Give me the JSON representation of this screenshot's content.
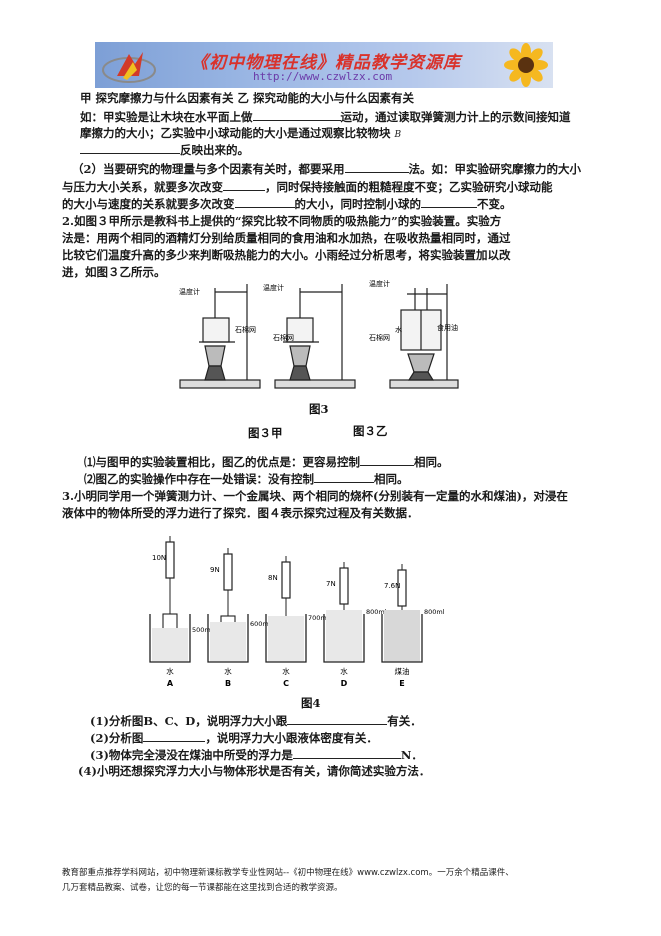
{
  "banner": {
    "title": "《初中物理在线》精品教学资源库",
    "url": "http://www.czwlzx.com"
  },
  "lines": {
    "l1": "甲   探究摩擦力与什么因素有关      乙   探究动能的大小与什么因素有关",
    "l2a": "如：甲实验是让木块在水平面上做",
    "l2b": "运动，通过读取弹簧测力计上的示数间接知道",
    "l3": "摩擦力的大小；乙实验中小球动能的大小是通过观察比较物块",
    "l3b": "B",
    "l4": "反映出来的。",
    "l5a": "（2）当要研究的物理量与多个因素有关时，都要采用",
    "l5b": "法。如：甲实验研究摩擦力的大小",
    "l6a": "与压力大小关系，就要多次改变",
    "l6b": "，同时保持接触面的粗糙程度不变；乙实验研究小球动能",
    "l7a": "的大小与速度的关系就要多次改变",
    "l7b": "的大小，同时控制小球的",
    "l7c": "不变。",
    "q2a": "2.如图３甲所示是教科书上提供的“探究比较不同物质的吸热能力”的实验装置。实验方",
    "q2b": "法是：用两个相同的酒精灯分别给质量相同的食用油和水加热，在吸收热量相同时，通过",
    "q2c": "比较它们温度升高的多少来判断吸热能力的大小。小雨经过分析思考，将实验装置加以改",
    "q2d": "进，如图３乙所示。",
    "q2s1a": "⑴与图甲的实验装置相比，图乙的优点是：更容易控制",
    "q2s1b": "相同。",
    "q2s2a": "⑵图乙的实验操作中存在一处错误：没有控制",
    "q2s2b": "相同。",
    "q3a": "3.小明同学用一个弹簧测力计、一个金属块、两个相同的烧杯(分别装有一定量的水和煤油)，对浸在",
    "q3b": "液体中的物体所受的浮力进行了探究．图４表示探究过程及有关数据．",
    "q3s1a": "(1)分析图B、C、D，说明浮力大小跟",
    "q3s1b": "有关．",
    "q3s2a": "(2)分析图",
    "q3s2b": "，说明浮力大小跟液体密度有关．",
    "q3s3a": "(3)物体完全浸没在煤油中所受的浮力是",
    "q3s3b": "N．",
    "q3s4": "(4)小明还想探究浮力大小与物体形状是否有关，请你简述实验方法．"
  },
  "figure3": {
    "label_thermometer": "温度计",
    "label_gauze": "石棉网",
    "label_water": "水",
    "label_oil": "食用油",
    "caption_main": "图3",
    "caption_a": "图３甲",
    "caption_b": "图３乙"
  },
  "figure4": {
    "caption": "图4",
    "beakers": [
      {
        "letter": "A",
        "force": "10N",
        "volume": "500ml",
        "liquid": "水"
      },
      {
        "letter": "B",
        "force": "9N",
        "volume": "600ml",
        "liquid": "水"
      },
      {
        "letter": "C",
        "force": "8N",
        "volume": "700ml",
        "liquid": "水"
      },
      {
        "letter": "D",
        "force": "7N",
        "volume": "800ml",
        "liquid": "水"
      },
      {
        "letter": "E",
        "force": "7.6N",
        "volume": "800ml",
        "liquid": "煤油"
      }
    ]
  },
  "footer": {
    "line1": "教育部重点推荐学科网站，初中物理新课标教学专业性网站--《初中物理在线》www.czwlzx.com。一万余个精品课件、",
    "line2": "几万套精品教案、试卷，让您的每一节课都能在这里找到合适的教学资源。"
  }
}
